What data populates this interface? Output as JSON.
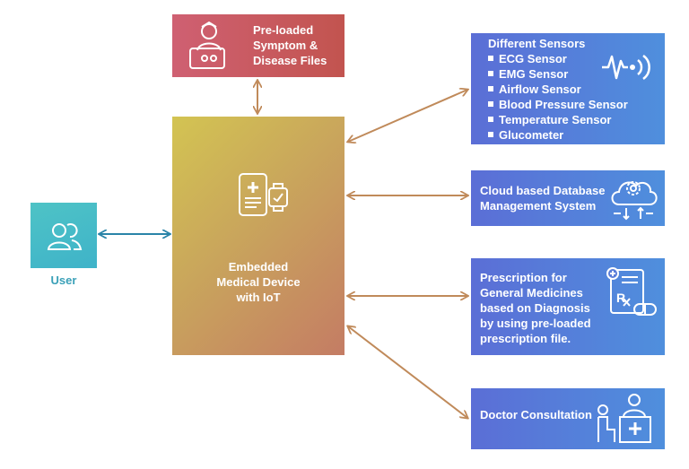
{
  "files": {
    "lines": [
      "Pre-loaded",
      "Symptom &",
      "Disease Files"
    ],
    "icon": "doctor-document-icon"
  },
  "device": {
    "lines": [
      "Embedded",
      "Medical Device",
      "with IoT"
    ],
    "icon": "phone-smartwatch-icon"
  },
  "user": {
    "label": "User",
    "icon": "users-icon"
  },
  "sensors": {
    "title": "Different Sensors",
    "items": [
      "ECG Sensor",
      "EMG Sensor",
      "Airflow Sensor",
      "Blood Pressure Sensor",
      "Temperature Sensor",
      "Glucometer"
    ],
    "icon": "heartbeat-wave-icon"
  },
  "cloud": {
    "lines": [
      "Cloud based Database",
      "Management System"
    ],
    "icon": "cloud-gear-icon"
  },
  "prescription": {
    "lines": [
      "Prescription for",
      "General Medicines",
      "based on Diagnosis",
      "by using pre-loaded",
      "prescription file."
    ],
    "icon": "prescription-pill-icon"
  },
  "doctor": {
    "label": "Doctor Consultation",
    "icon": "doctor-consultation-icon"
  },
  "colors": {
    "arrow_brown": "#c08a5a",
    "arrow_teal": "#2a84a8",
    "blue_box": "#5b7ed9",
    "red_box": "#cb5c63",
    "teal_box": "#45bcc7"
  }
}
